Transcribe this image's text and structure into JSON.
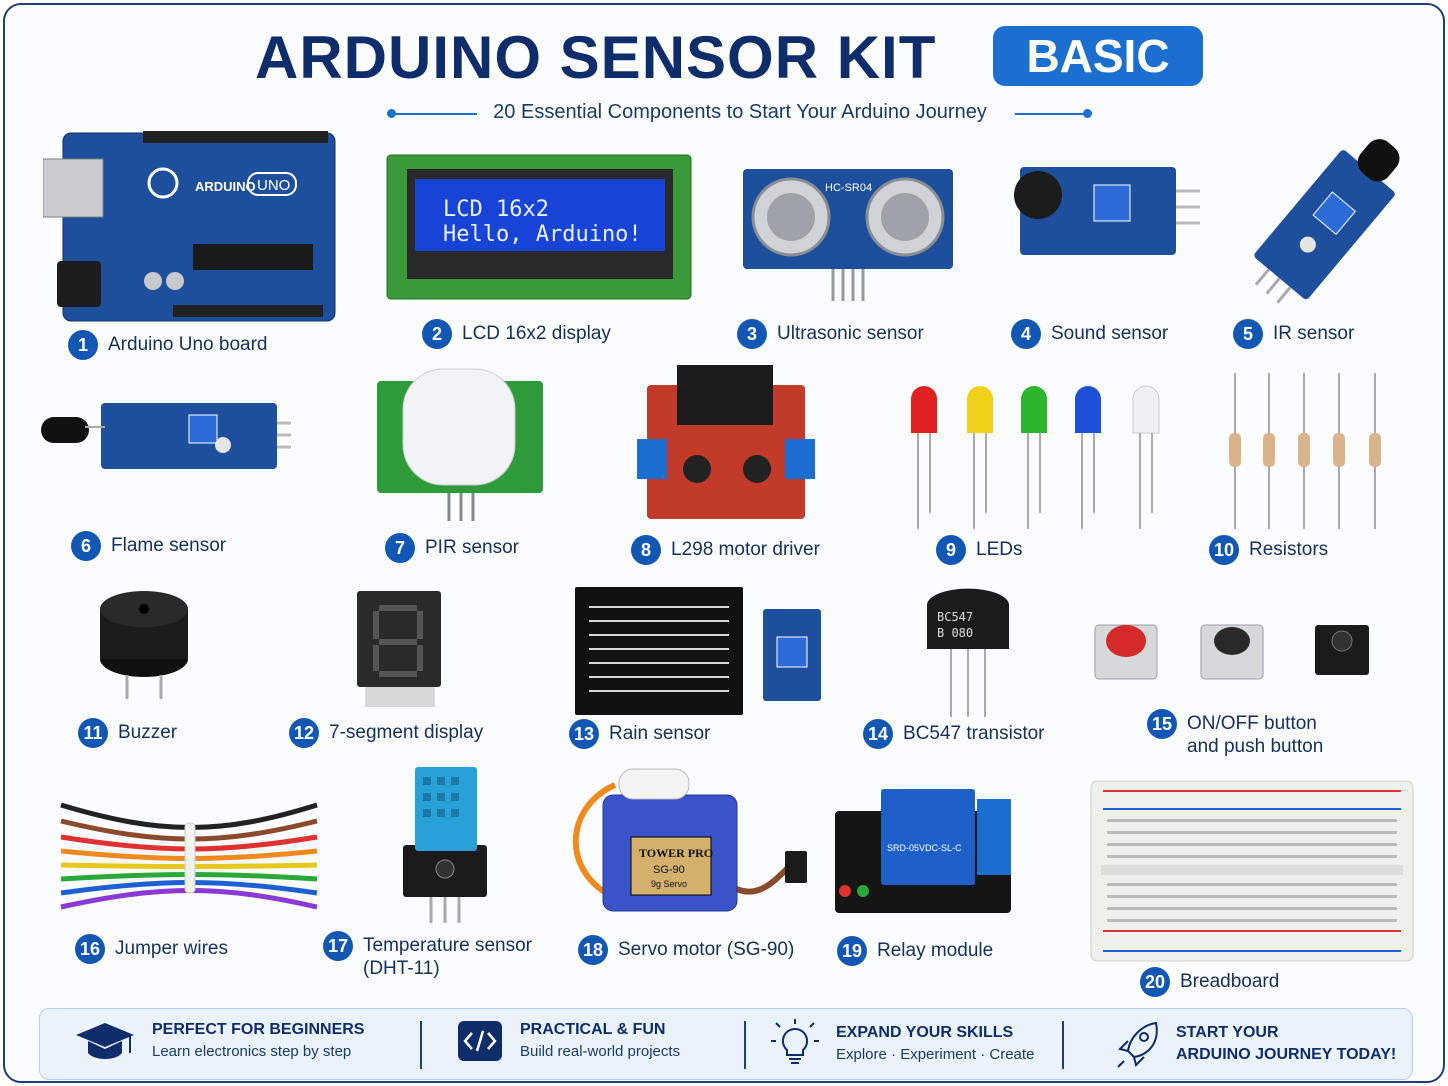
{
  "header": {
    "title": "ARDUINO SENSOR KIT",
    "badge": "BASIC",
    "subtitle": "20 Essential Components to Start Your Arduino Journey"
  },
  "components": [
    {
      "num": "1",
      "label": "Arduino Uno board"
    },
    {
      "num": "2",
      "label": "LCD 16x2 display"
    },
    {
      "num": "3",
      "label": "Ultrasonic sensor"
    },
    {
      "num": "4",
      "label": "Sound sensor"
    },
    {
      "num": "5",
      "label": "IR sensor"
    },
    {
      "num": "6",
      "label": "Flame sensor"
    },
    {
      "num": "7",
      "label": "PIR sensor"
    },
    {
      "num": "8",
      "label": "L298 motor driver"
    },
    {
      "num": "9",
      "label": "LEDs"
    },
    {
      "num": "10",
      "label": "Resistors"
    },
    {
      "num": "11",
      "label": "Buzzer"
    },
    {
      "num": "12",
      "label": "7-segment display"
    },
    {
      "num": "13",
      "label": "Rain sensor"
    },
    {
      "num": "14",
      "label": "BC547 transistor"
    },
    {
      "num": "15",
      "label": "ON/OFF button",
      "label2": "and push button"
    },
    {
      "num": "16",
      "label": "Jumper wires"
    },
    {
      "num": "17",
      "label": "Temperature sensor",
      "label2": "(DHT-11)"
    },
    {
      "num": "18",
      "label": "Servo motor (SG-90)"
    },
    {
      "num": "19",
      "label": "Relay module"
    },
    {
      "num": "20",
      "label": "Breadboard"
    }
  ],
  "device_text": {
    "uno_brand": "ARDUINO",
    "uno_model": "UNO",
    "lcd_line1": "LCD 16x2",
    "lcd_line2": "Hello, Arduino!",
    "hcsr04": "HC-SR04",
    "transistor_line1": "BC547",
    "transistor_line2": "B 080",
    "servo_brand": "TOWER PRO",
    "servo_model": "SG-90",
    "servo_sub": "9g Servo",
    "relay_model": "SRD-05VDC-SL-C"
  },
  "footer": [
    {
      "icon": "graduation-cap-icon",
      "title": "PERFECT FOR BEGINNERS",
      "text": "Learn electronics step by step"
    },
    {
      "icon": "code-icon",
      "title": "PRACTICAL & FUN",
      "text": "Build real-world projects"
    },
    {
      "icon": "lightbulb-icon",
      "title": "EXPAND YOUR SKILLS",
      "text": "Explore · Experiment · Create"
    },
    {
      "icon": "rocket-icon",
      "title": "START YOUR",
      "text": "ARDUINO JOURNEY TODAY!"
    }
  ],
  "colors": {
    "title": "#0f2d6b",
    "accent": "#1a6fd1",
    "number_badge": "#1257b3",
    "pcb_blue": "#1e4f9c",
    "pcb_green": "#2f9a3a",
    "pcb_red": "#c23a2a"
  }
}
